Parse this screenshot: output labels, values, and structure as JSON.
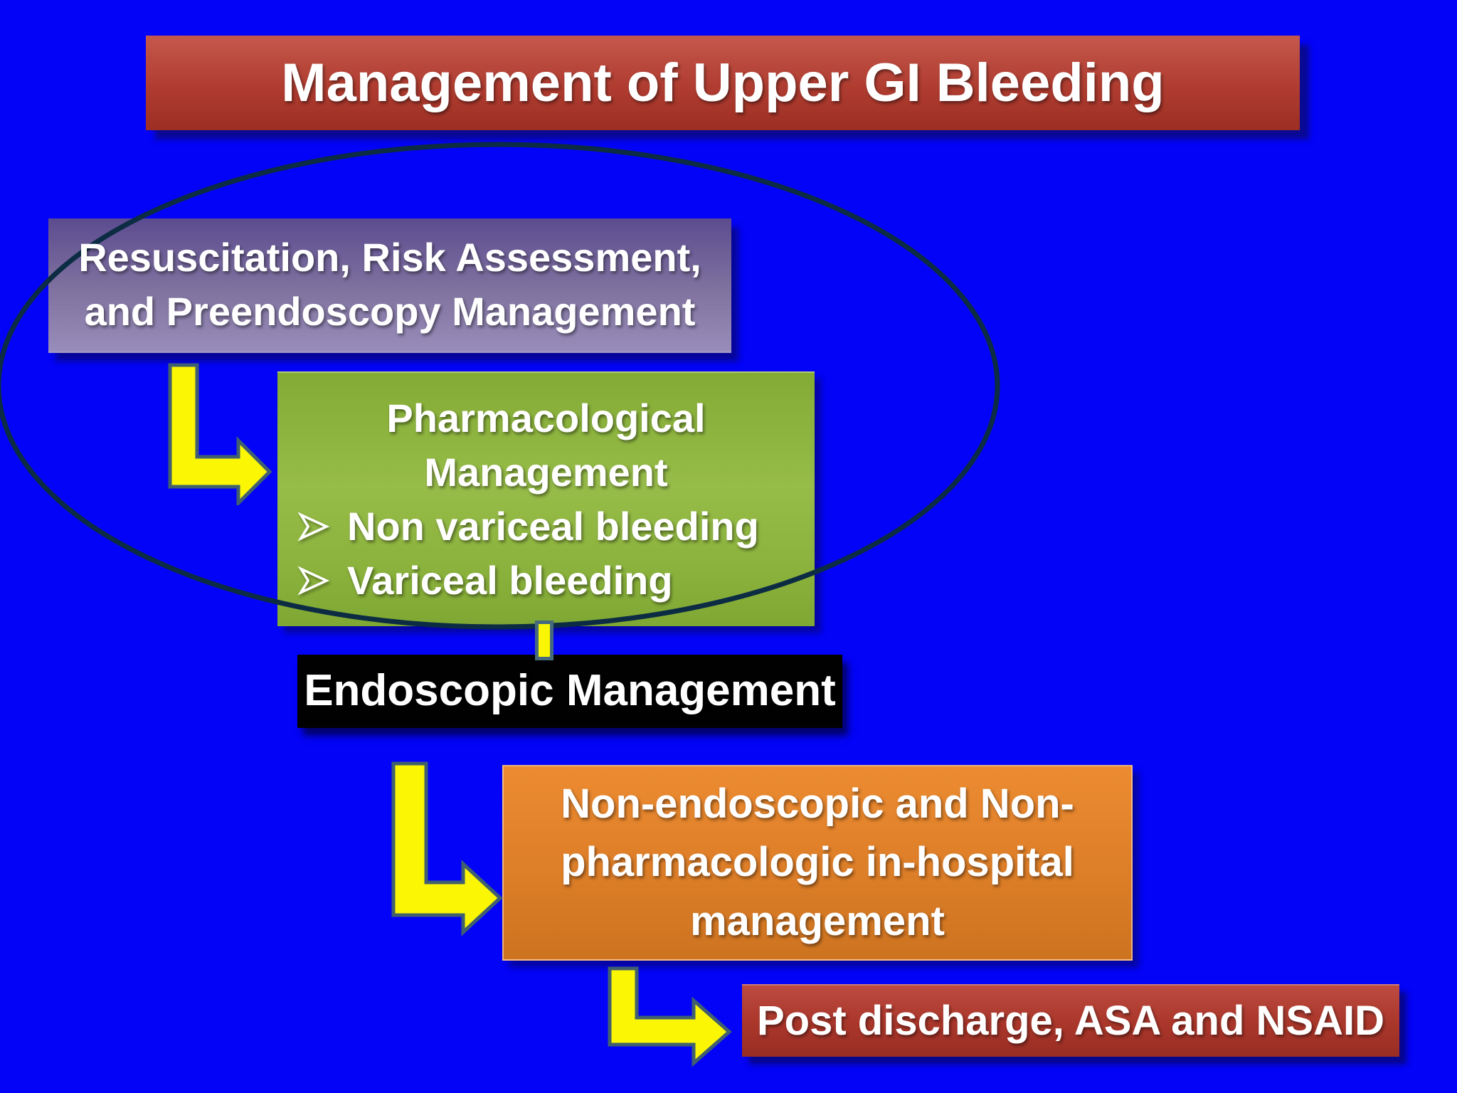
{
  "slide": {
    "title": "Management of Upper GI Bleeding",
    "boxes": {
      "resuscitation": {
        "lines": [
          "Resuscitation, Risk Assessment,",
          "and Preendoscopy Management"
        ]
      },
      "pharmacological": {
        "heading_lines": [
          "Pharmacological",
          "Management"
        ],
        "bullets": [
          "Non variceal bleeding",
          "Variceal bleeding"
        ]
      },
      "endoscopic": {
        "label": "Endoscopic Management"
      },
      "in_hospital": {
        "lines": [
          "Non-endoscopic and Non-",
          "pharmacologic in-hospital",
          "management"
        ]
      },
      "post_discharge": {
        "label": "Post discharge, ASA and NSAID"
      }
    },
    "icons": {
      "bullet": "open-right-arrowhead",
      "flow_arrow": "l-shaped-yellow-arrow",
      "grouping": "ellipse-outline"
    },
    "colors": {
      "background": "#0303F7",
      "title_red": "#B03C30",
      "purple": "#80739F",
      "green": "#8FB53F",
      "black": "#010101",
      "orange": "#DD7E28",
      "bottom_red": "#AA362A",
      "arrow_yellow": "#FBF604",
      "arrow_outline": "#40606F",
      "ellipse_stroke": "#0C2C44",
      "text": "#FFFFFF"
    }
  }
}
